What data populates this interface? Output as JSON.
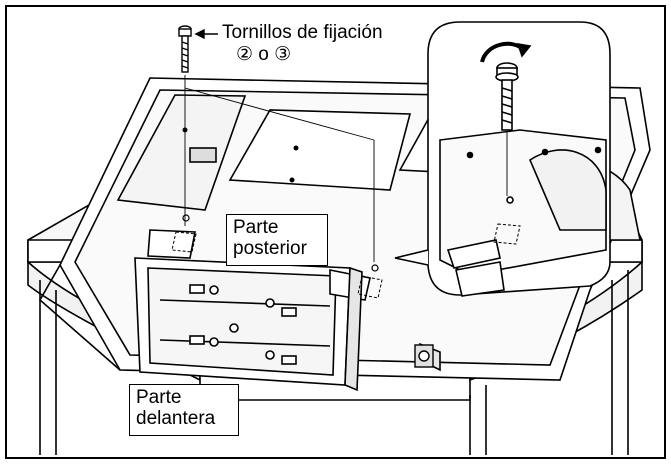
{
  "labels": {
    "screws_title": "Tornillos de fijación",
    "screws_options": "② o ③",
    "back_line1": "Parte",
    "back_line2": "posterior",
    "front_line1": "Parte",
    "front_line2": "delantera"
  },
  "colors": {
    "line": "#000000",
    "background": "#ffffff",
    "gray_fill": "#e6e6e6",
    "light_fill": "#f2f2f2"
  }
}
